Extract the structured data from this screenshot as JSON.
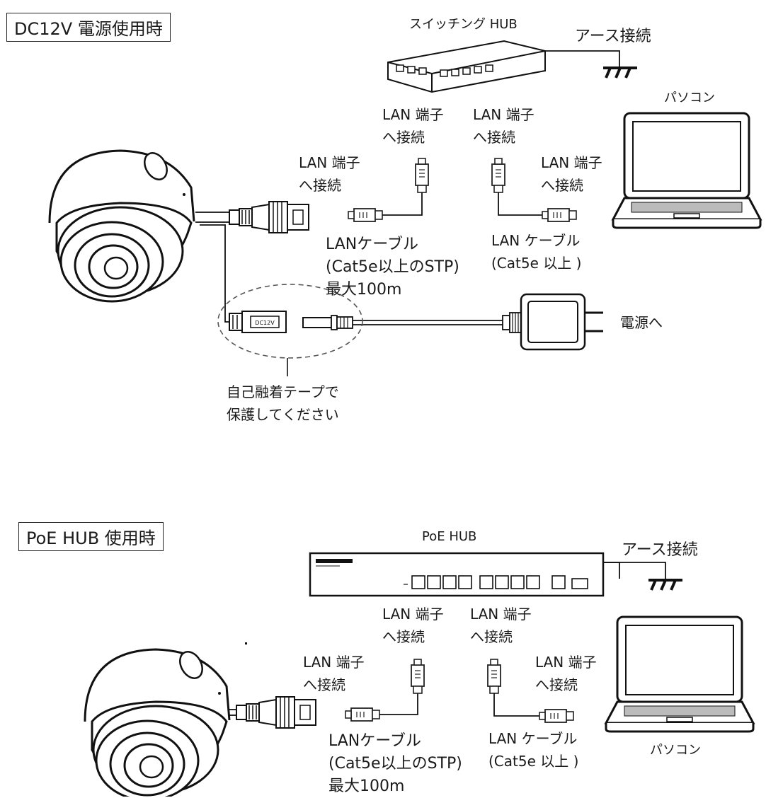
{
  "section1": {
    "title": "DC12V 電源使用時",
    "hub_label": "スイッチング HUB",
    "earth_label": "アース接続",
    "pc_label": "パソコン",
    "lan_left_hub": [
      "LAN 端子",
      "へ接続"
    ],
    "lan_right_hub": [
      "LAN 端子",
      "へ接続"
    ],
    "lan_camera": [
      "LAN 端子",
      "へ接続"
    ],
    "lan_pc": [
      "LAN 端子",
      "へ接続"
    ],
    "cable_left": [
      "LANケーブル",
      "(Cat5e以上のSTP)",
      "最大100m"
    ],
    "cable_right": [
      "LAN ケーブル",
      "(Cat5e 以上 )"
    ],
    "power_label": "電源へ",
    "dc_marking": "DC12V",
    "tape_note": [
      "自己融着テープで",
      "保護してください"
    ]
  },
  "section2": {
    "title": "PoE HUB 使用時",
    "hub_label": "PoE HUB",
    "earth_label": "アース接続",
    "pc_label": "パソコン",
    "lan_left_hub": [
      "LAN 端子",
      "へ接続"
    ],
    "lan_right_hub": [
      "LAN 端子",
      "へ接続"
    ],
    "lan_camera": [
      "LAN 端子",
      "へ接続"
    ],
    "lan_pc": [
      "LAN 端子",
      "へ接続"
    ],
    "cable_left": [
      "LANケーブル",
      "(Cat5e以上のSTP)",
      "最大100m"
    ],
    "cable_right": [
      "LAN ケーブル",
      "(Cat5e 以上 )"
    ]
  }
}
